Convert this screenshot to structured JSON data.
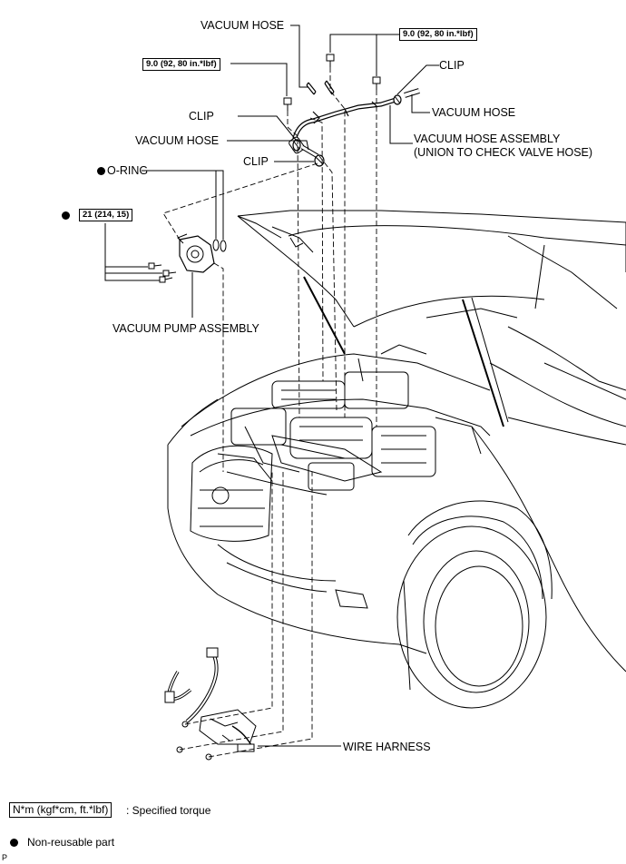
{
  "labels": {
    "vacuum_hose_top": "VACUUM HOSE",
    "clip_right": "CLIP",
    "vacuum_hose_right": "VACUUM HOSE",
    "vacuum_hose_assembly_1": "VACUUM HOSE ASSEMBLY",
    "vacuum_hose_assembly_2": "(UNION TO CHECK VALVE HOSE)",
    "clip_left": "CLIP",
    "vacuum_hose_left": "VACUUM HOSE",
    "clip_mid": "CLIP",
    "o_ring": "O-RING",
    "vacuum_pump_assembly": "VACUUM PUMP ASSEMBLY",
    "wire_harness": "WIRE HARNESS"
  },
  "torques": {
    "torque_top": "9.0 (92, 80 in.*lbf)",
    "torque_left": "9.0 (92, 80 in.*lbf)",
    "torque_pump": "21 (214, 15)"
  },
  "legend": {
    "torque_units": "N*m (kgf*cm, ft.*lbf)",
    "torque_desc": ": Specified torque",
    "nonreusable": "Non-reusable part"
  },
  "corner_mark": "P"
}
